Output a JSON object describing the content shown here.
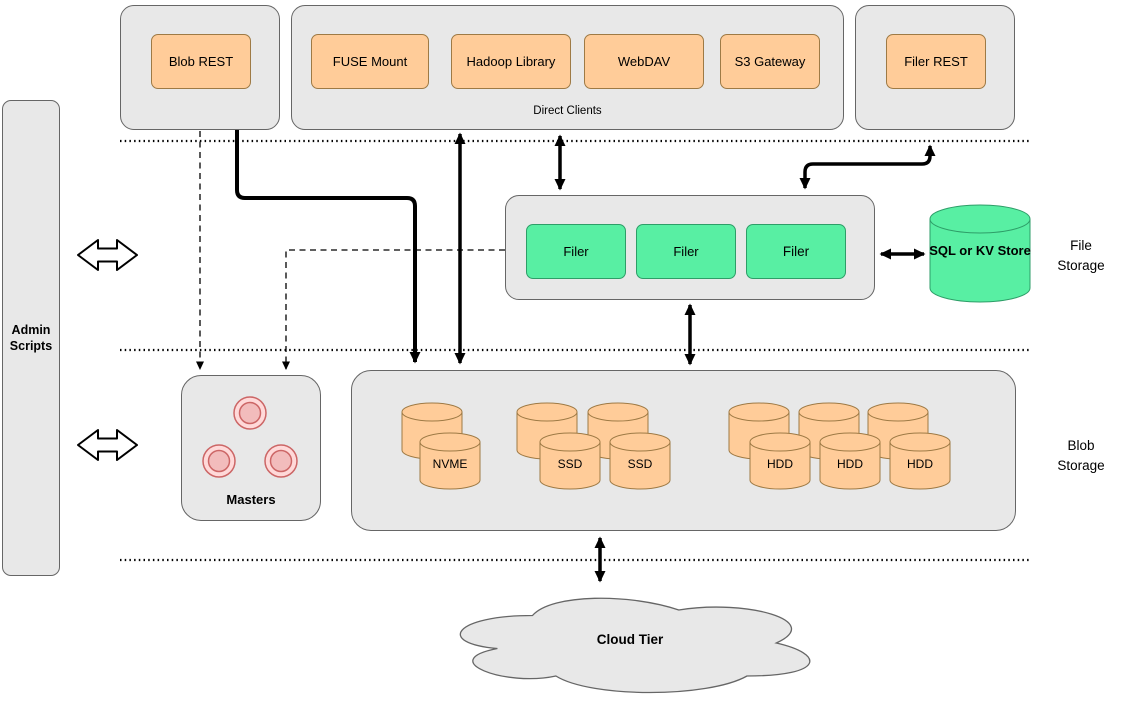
{
  "colors": {
    "container_fill": "#e8e8e8",
    "container_stroke": "#666666",
    "orange_fill": "#ffcc99",
    "orange_stroke": "#9e7a45",
    "green_fill": "#58efa3",
    "green_stroke": "#2e9e68",
    "pink_fill": "#ffd9d9",
    "pink_inner": "#f2bcbc",
    "pink_stroke": "#cc6666"
  },
  "admin": {
    "label": "Admin Scripts"
  },
  "top": {
    "blob_rest": "Blob REST",
    "direct_clients": {
      "label": "Direct Clients",
      "items": [
        "FUSE Mount",
        "Hadoop Library",
        "WebDAV",
        "S3 Gateway"
      ]
    },
    "filer_rest": "Filer REST"
  },
  "file_storage": {
    "section_label": "File Storage",
    "filers": [
      "Filer",
      "Filer",
      "Filer"
    ],
    "sql_store": "SQL or KV Store"
  },
  "blob_storage": {
    "section_label": "Blob Storage",
    "masters_label": "Masters",
    "disks": [
      "NVME",
      "SSD",
      "SSD",
      "HDD",
      "HDD",
      "HDD"
    ]
  },
  "cloud": {
    "label": "Cloud Tier"
  }
}
